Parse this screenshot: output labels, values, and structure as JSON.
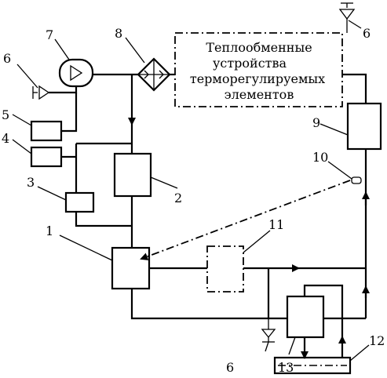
{
  "diagram": {
    "box_title_lines": [
      "Теплообменные",
      "устройства",
      "терморегулируемых",
      "элементов"
    ],
    "labels": {
      "n1": "1",
      "n2": "2",
      "n3": "3",
      "n4": "4",
      "n5": "5",
      "n6a": "6",
      "n6b": "6",
      "n6c": "6",
      "n7": "7",
      "n8": "8",
      "n9": "9",
      "n10": "10",
      "n11": "11",
      "n12": "12",
      "n13": "13"
    }
  }
}
